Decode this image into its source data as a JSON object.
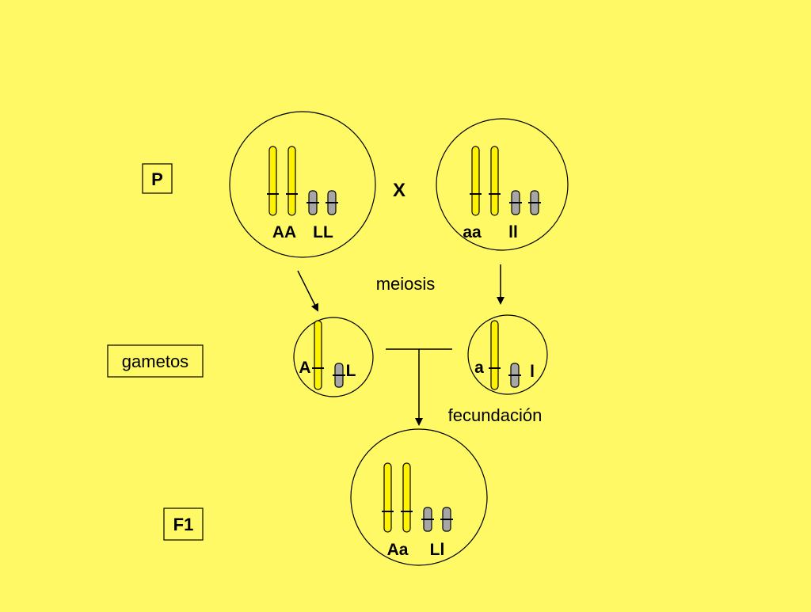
{
  "generation_labels": {
    "parents": "P",
    "gametes": "gametos",
    "f1": "F1"
  },
  "cross_symbol": "X",
  "process_labels": {
    "meiosis": "meiosis",
    "fertilization": "fecundación"
  },
  "parent_left": {
    "gene_a": "AA",
    "gene_l": "LL"
  },
  "parent_right": {
    "gene_a": "aa",
    "gene_l": "ll"
  },
  "gamete_left": {
    "gene_a": "A",
    "gene_l": "L"
  },
  "gamete_right": {
    "gene_a": "a",
    "gene_l": "l"
  },
  "offspring": {
    "gene_a": "Aa",
    "gene_l": "Ll"
  },
  "colors": {
    "background": "#FFF966",
    "chromosome_long": "#FFF200",
    "chromosome_short": "#A6A6A6",
    "outline": "#000000"
  }
}
